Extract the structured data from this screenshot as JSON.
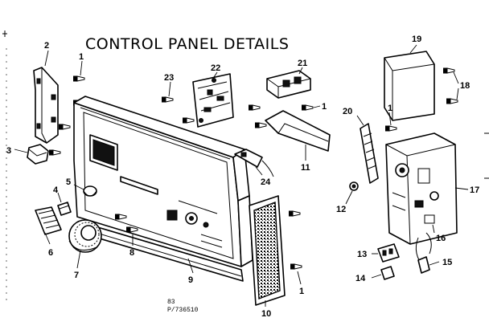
{
  "title": "CONTROL PANEL DETAILS",
  "part_labels": {
    "p1": "1",
    "p2": "2",
    "p3": "3",
    "p4": "4",
    "p5": "5",
    "p6": "6",
    "p7": "7",
    "p8": "8",
    "p9": "9",
    "p10": "10",
    "p11": "11",
    "p12": "12",
    "p13": "13",
    "p14": "14",
    "p15": "15",
    "p16": "16",
    "p17": "17",
    "p18": "18",
    "p19": "19",
    "p20": "20",
    "p21": "21",
    "p22": "22",
    "p23": "23",
    "p24": "24"
  },
  "diagram_code_1": "83",
  "diagram_code_2": "P/736510"
}
